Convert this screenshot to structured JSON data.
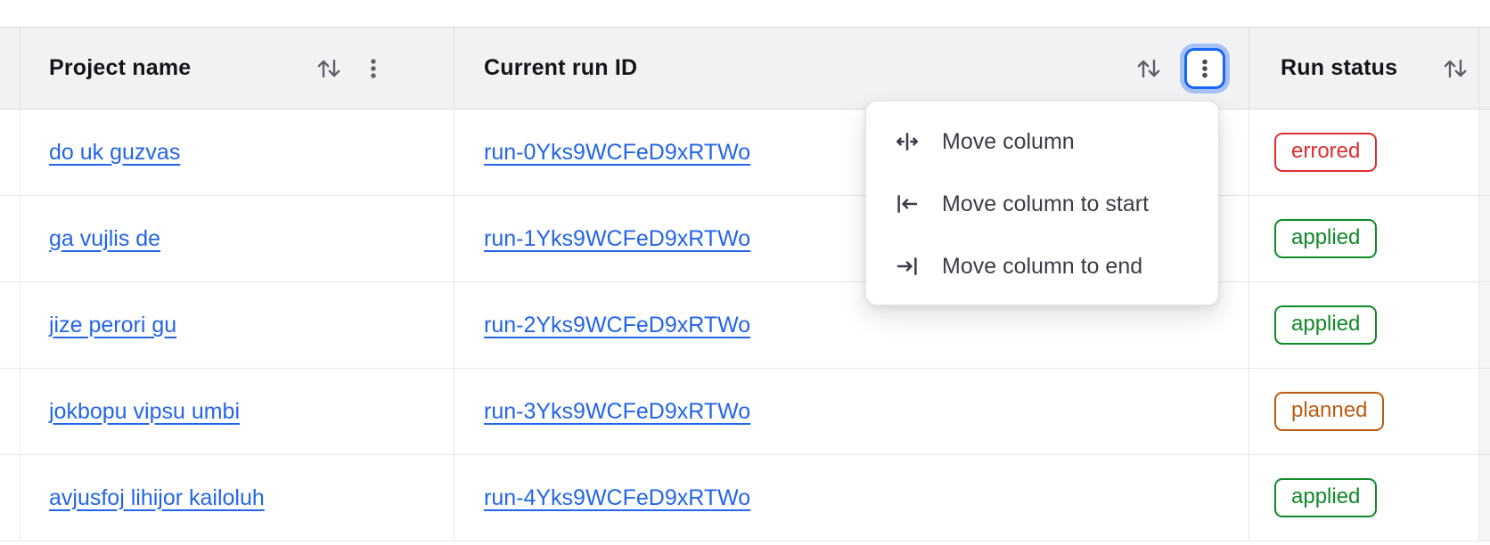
{
  "header": {
    "columns": [
      {
        "label": "Project name"
      },
      {
        "label": "Current run ID"
      },
      {
        "label": "Run status"
      }
    ]
  },
  "table": {
    "rows": [
      {
        "project": "do uk guzvas",
        "run_id": "run-0Yks9WCFeD9xRTWo",
        "status": "errored"
      },
      {
        "project": "ga vujlis de",
        "run_id": "run-1Yks9WCFeD9xRTWo",
        "status": "applied"
      },
      {
        "project": "jize perori gu",
        "run_id": "run-2Yks9WCFeD9xRTWo",
        "status": "applied"
      },
      {
        "project": "jokbopu vipsu umbi",
        "run_id": "run-3Yks9WCFeD9xRTWo",
        "status": "planned"
      },
      {
        "project": "avjusfoj lihijor kailoluh",
        "run_id": "run-4Yks9WCFeD9xRTWo",
        "status": "applied"
      }
    ]
  },
  "menu": {
    "items": [
      {
        "label": "Move column",
        "icon": "move-column-icon"
      },
      {
        "label": "Move column to start",
        "icon": "move-column-to-start-icon"
      },
      {
        "label": "Move column to end",
        "icon": "move-column-to-end-icon"
      }
    ]
  },
  "icons": {
    "sort": "sort-arrows-icon",
    "kebab": "kebab-menu-icon"
  },
  "status_colors": {
    "errored": "#e12d2e",
    "applied": "#0f8a28",
    "planned": "#bb5c12"
  },
  "colors": {
    "link": "#2365e8",
    "header_bg": "#f1f2f4",
    "focus_ring": "#1a65f5",
    "menu_text": "#3a3d46"
  }
}
